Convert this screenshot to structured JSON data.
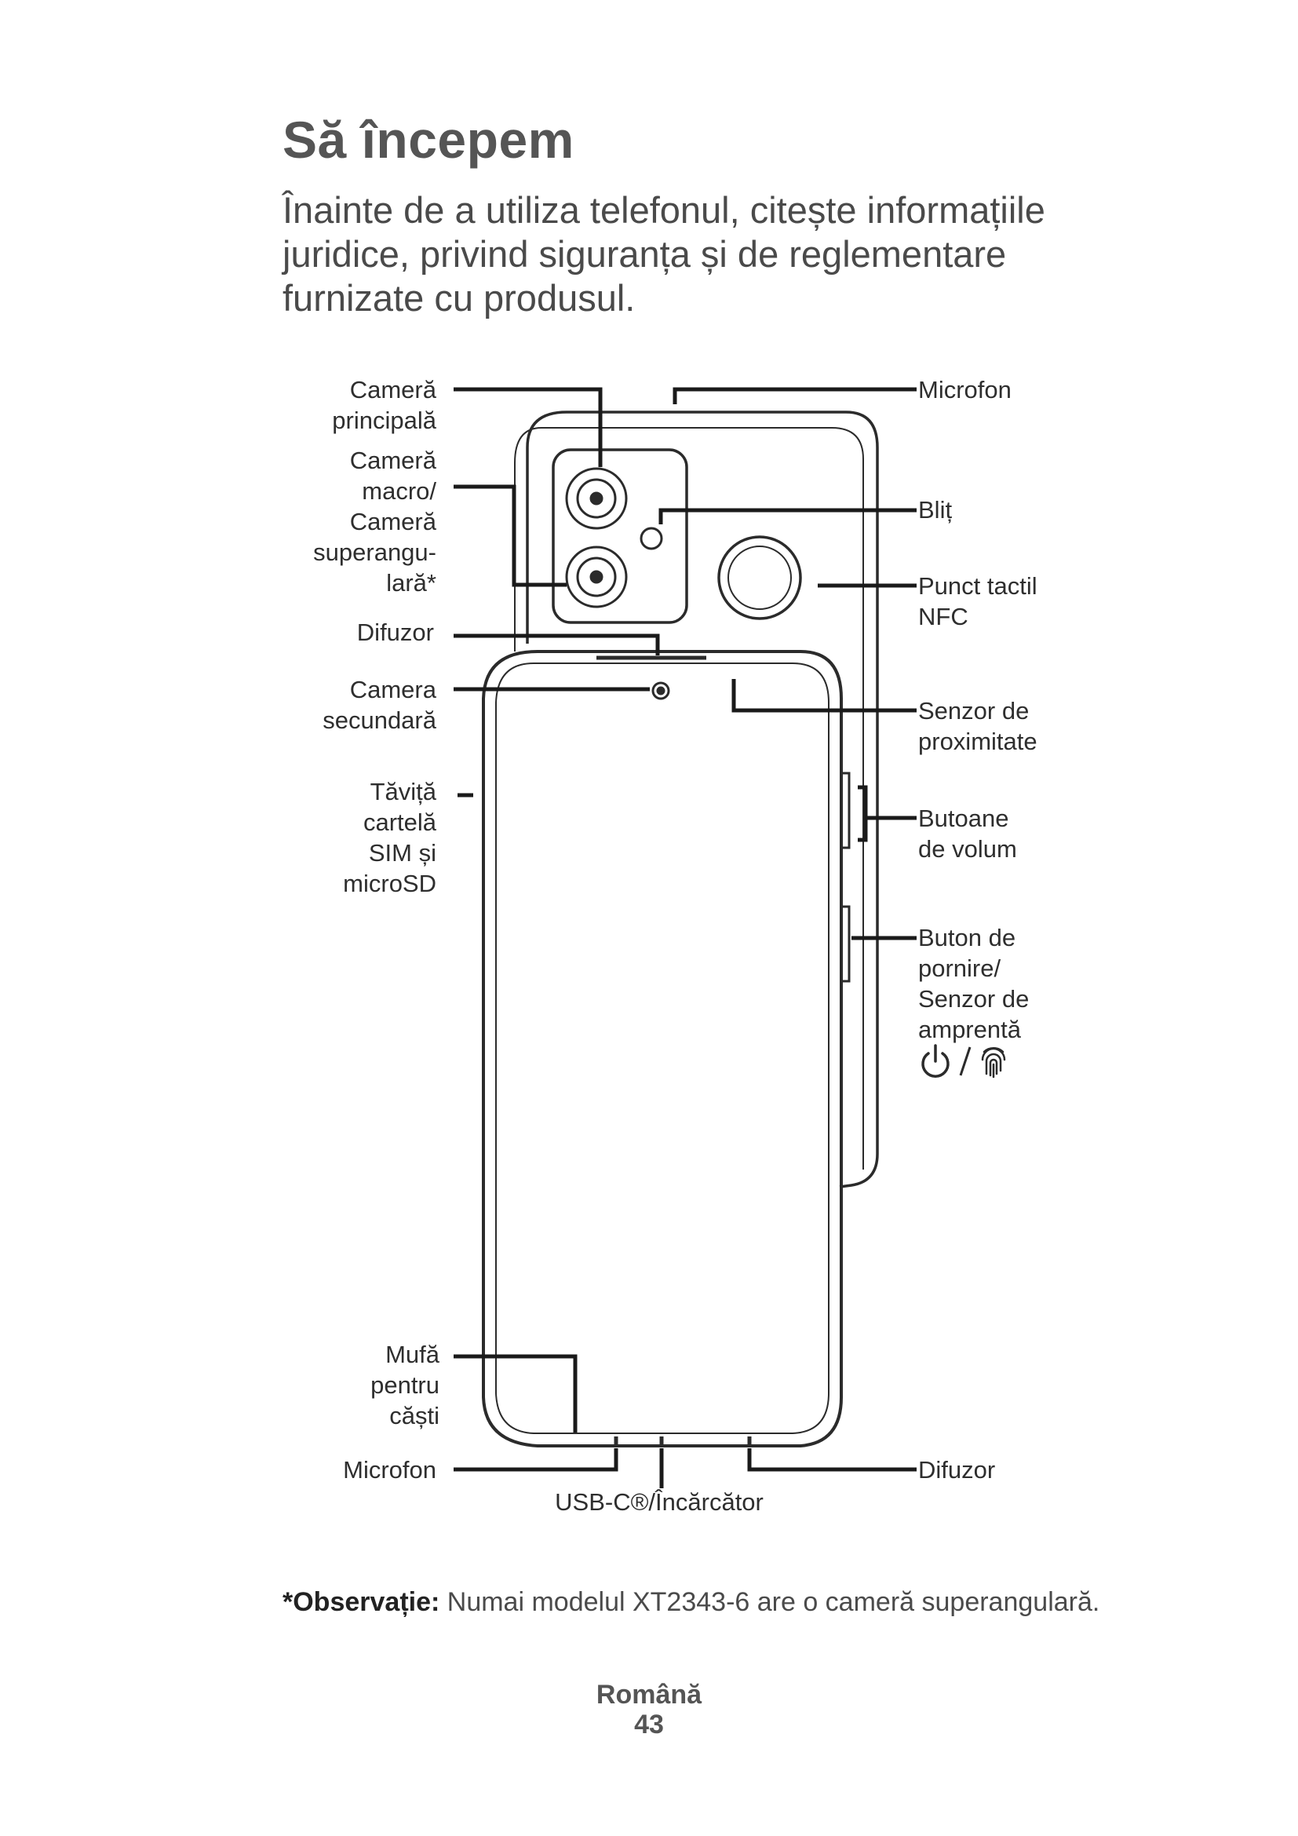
{
  "title": "Să începem",
  "intro": "Înainte de a utiliza telefonul, citește informațiile juridice, privind siguranța și de reglementare furnizate cu produsul.",
  "labels": {
    "main_camera": "Cameră\nprincipală",
    "macro_camera": "Cameră\nmacro/\nCameră\nsuperangu-\nlară*",
    "speaker_top": "Difuzor",
    "front_camera": "Camera\nsecundară",
    "sim_tray": "Tăviță\ncartelă\nSIM și\nmicroSD",
    "headset_jack": "Mufă\npentru\ncăști",
    "mic_bottom": "Microfon",
    "usb": "USB-C®/Încărcător",
    "mic_top": "Microfon",
    "flash": "Bliț",
    "nfc": "Punct tactil\nNFC",
    "proximity": "Senzor de\nproximitate",
    "volume": "Butoane\nde volum",
    "power": "Buton de\npornire/\nSenzor de\namprentă",
    "speaker_bottom": "Difuzor"
  },
  "icons": [
    "power-icon",
    "fingerprint-icon"
  ],
  "note": {
    "prefix": "*Observație:",
    "text": " Numai modelul XT2343-6 are o cameră superangulară."
  },
  "footer": {
    "language": "Română",
    "page": "43"
  }
}
